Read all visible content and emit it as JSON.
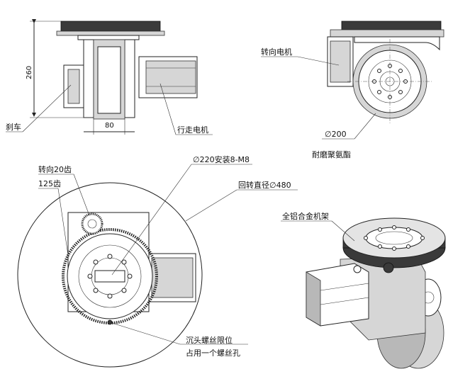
{
  "labels": {
    "brake": "刹车",
    "dim_height": "260",
    "dim_width": "80",
    "drive_motor": "行走电机",
    "steer_motor": "转向电机",
    "wheel_dia": "∅200",
    "tread": "耐磨聚氨酯",
    "mount": "∅220安装8-M8",
    "steer_gear_small": "转向20齿",
    "steer_gear_big": "125齿",
    "swing_dia": "回转直径∅480",
    "frame": "全铝合金机架",
    "screw_note_1": "沉头螺丝限位",
    "screw_note_2": "占用一个螺丝孔"
  }
}
